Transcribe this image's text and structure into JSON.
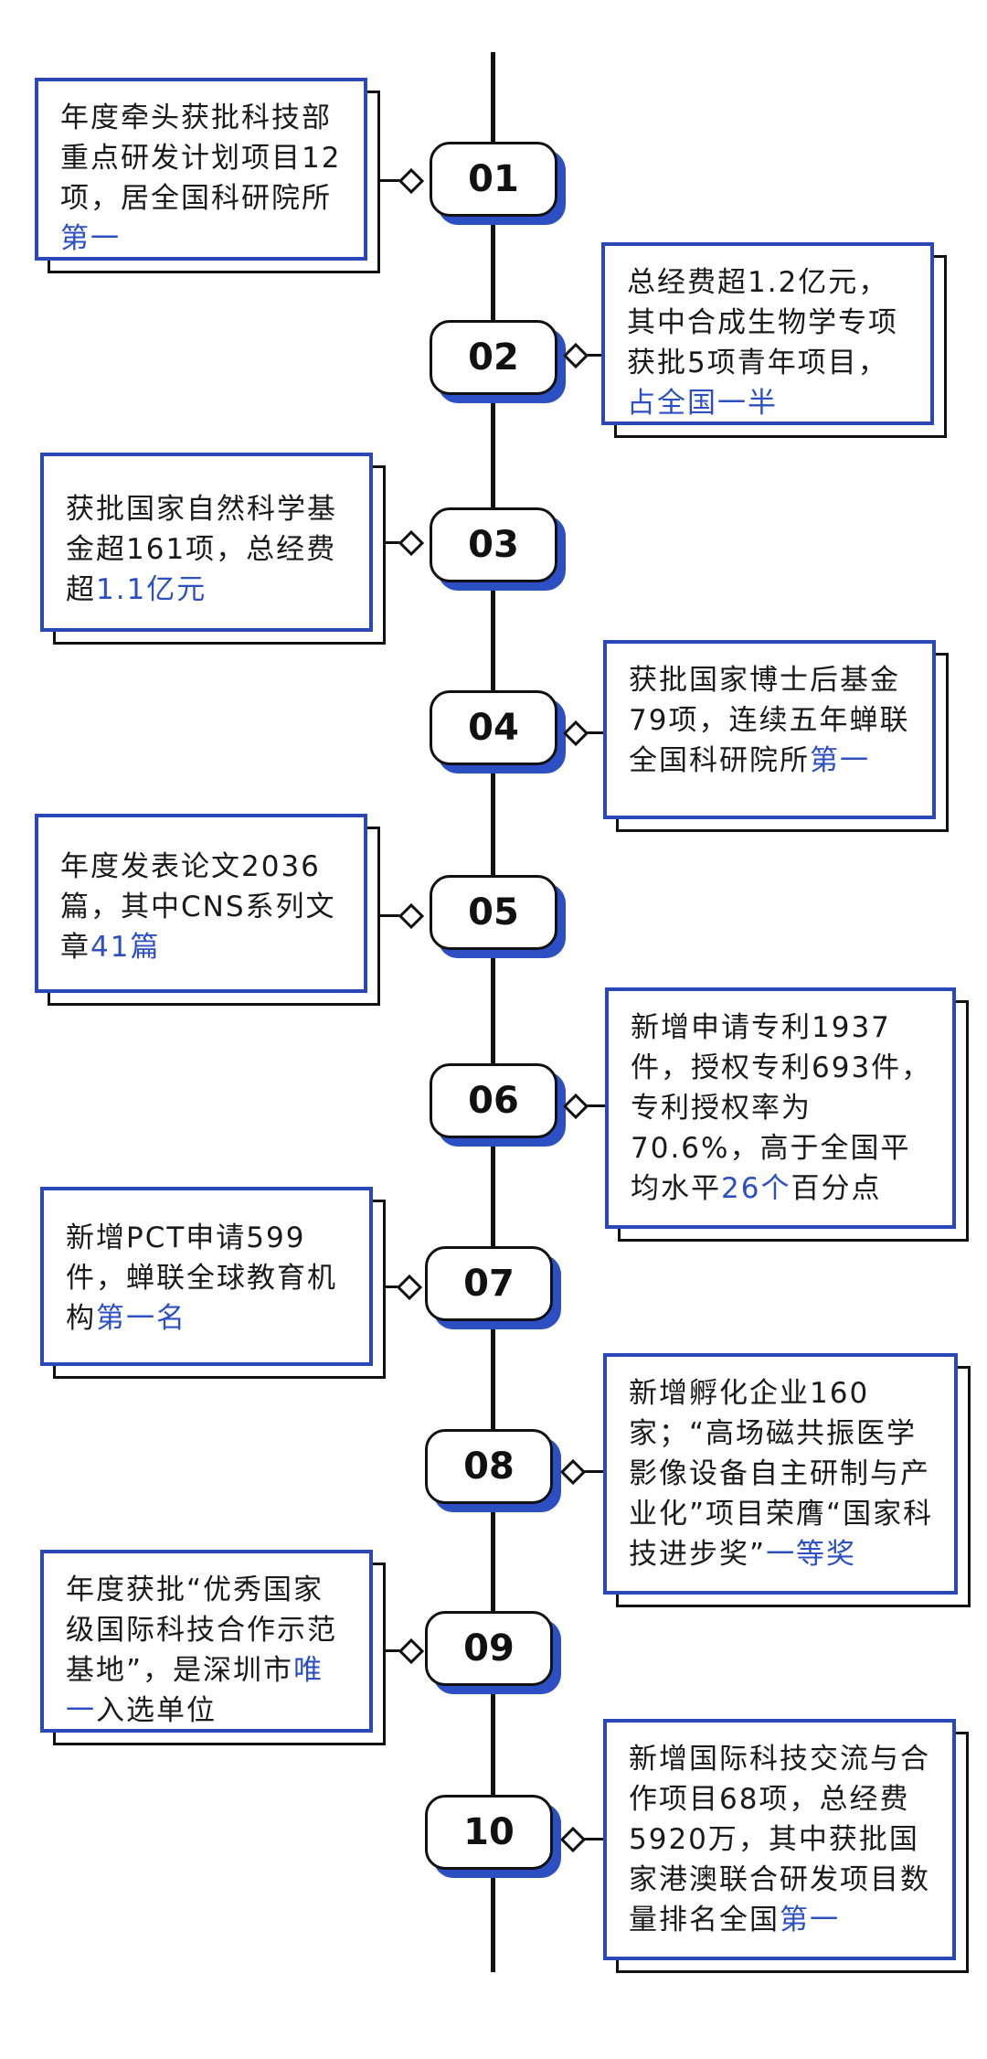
{
  "items": [
    {
      "num": "01",
      "pre": "年度牵头获批科技部重点研发计划项目12项，居全国科研院所",
      "hl": "第一",
      "post": ""
    },
    {
      "num": "02",
      "pre": "总经费超1.2亿元，其中合成生物学专项获批5项青年项目，",
      "hl": "占全国一半",
      "post": ""
    },
    {
      "num": "03",
      "pre": "获批国家自然科学基金超161项，总经费超",
      "hl": "1.1亿元",
      "post": ""
    },
    {
      "num": "04",
      "pre": "获批国家博士后基金79项，连续五年蝉联全国科研院所",
      "hl": "第一",
      "post": ""
    },
    {
      "num": "05",
      "pre": "年度发表论文2036篇，其中CNS系列文章",
      "hl": "41篇",
      "post": ""
    },
    {
      "num": "06",
      "pre": "新增申请专利1937件，授权专利693件，专利授权率为70.6%，高于全国平均水平",
      "hl": "26个",
      "post": "百分点"
    },
    {
      "num": "07",
      "pre": "新增PCT申请599件，蝉联全球教育机构",
      "hl": "第一名",
      "post": ""
    },
    {
      "num": "08",
      "pre": "新增孵化企业160家；“高场磁共振医学影像设备自主研制与产业化”项目荣膺“国家科技进步奖”",
      "hl": "一等奖",
      "post": ""
    },
    {
      "num": "09",
      "pre": "年度获批“优秀国家级国际科技合作示范基地”，是深圳市",
      "hl": "唯一",
      "post": "入选单位"
    },
    {
      "num": "10",
      "pre": "新增国际科技交流与合作项目68项，总经费5920万，其中获批国家港澳联合研发项目数量排名全国",
      "hl": "第一",
      "post": ""
    }
  ]
}
